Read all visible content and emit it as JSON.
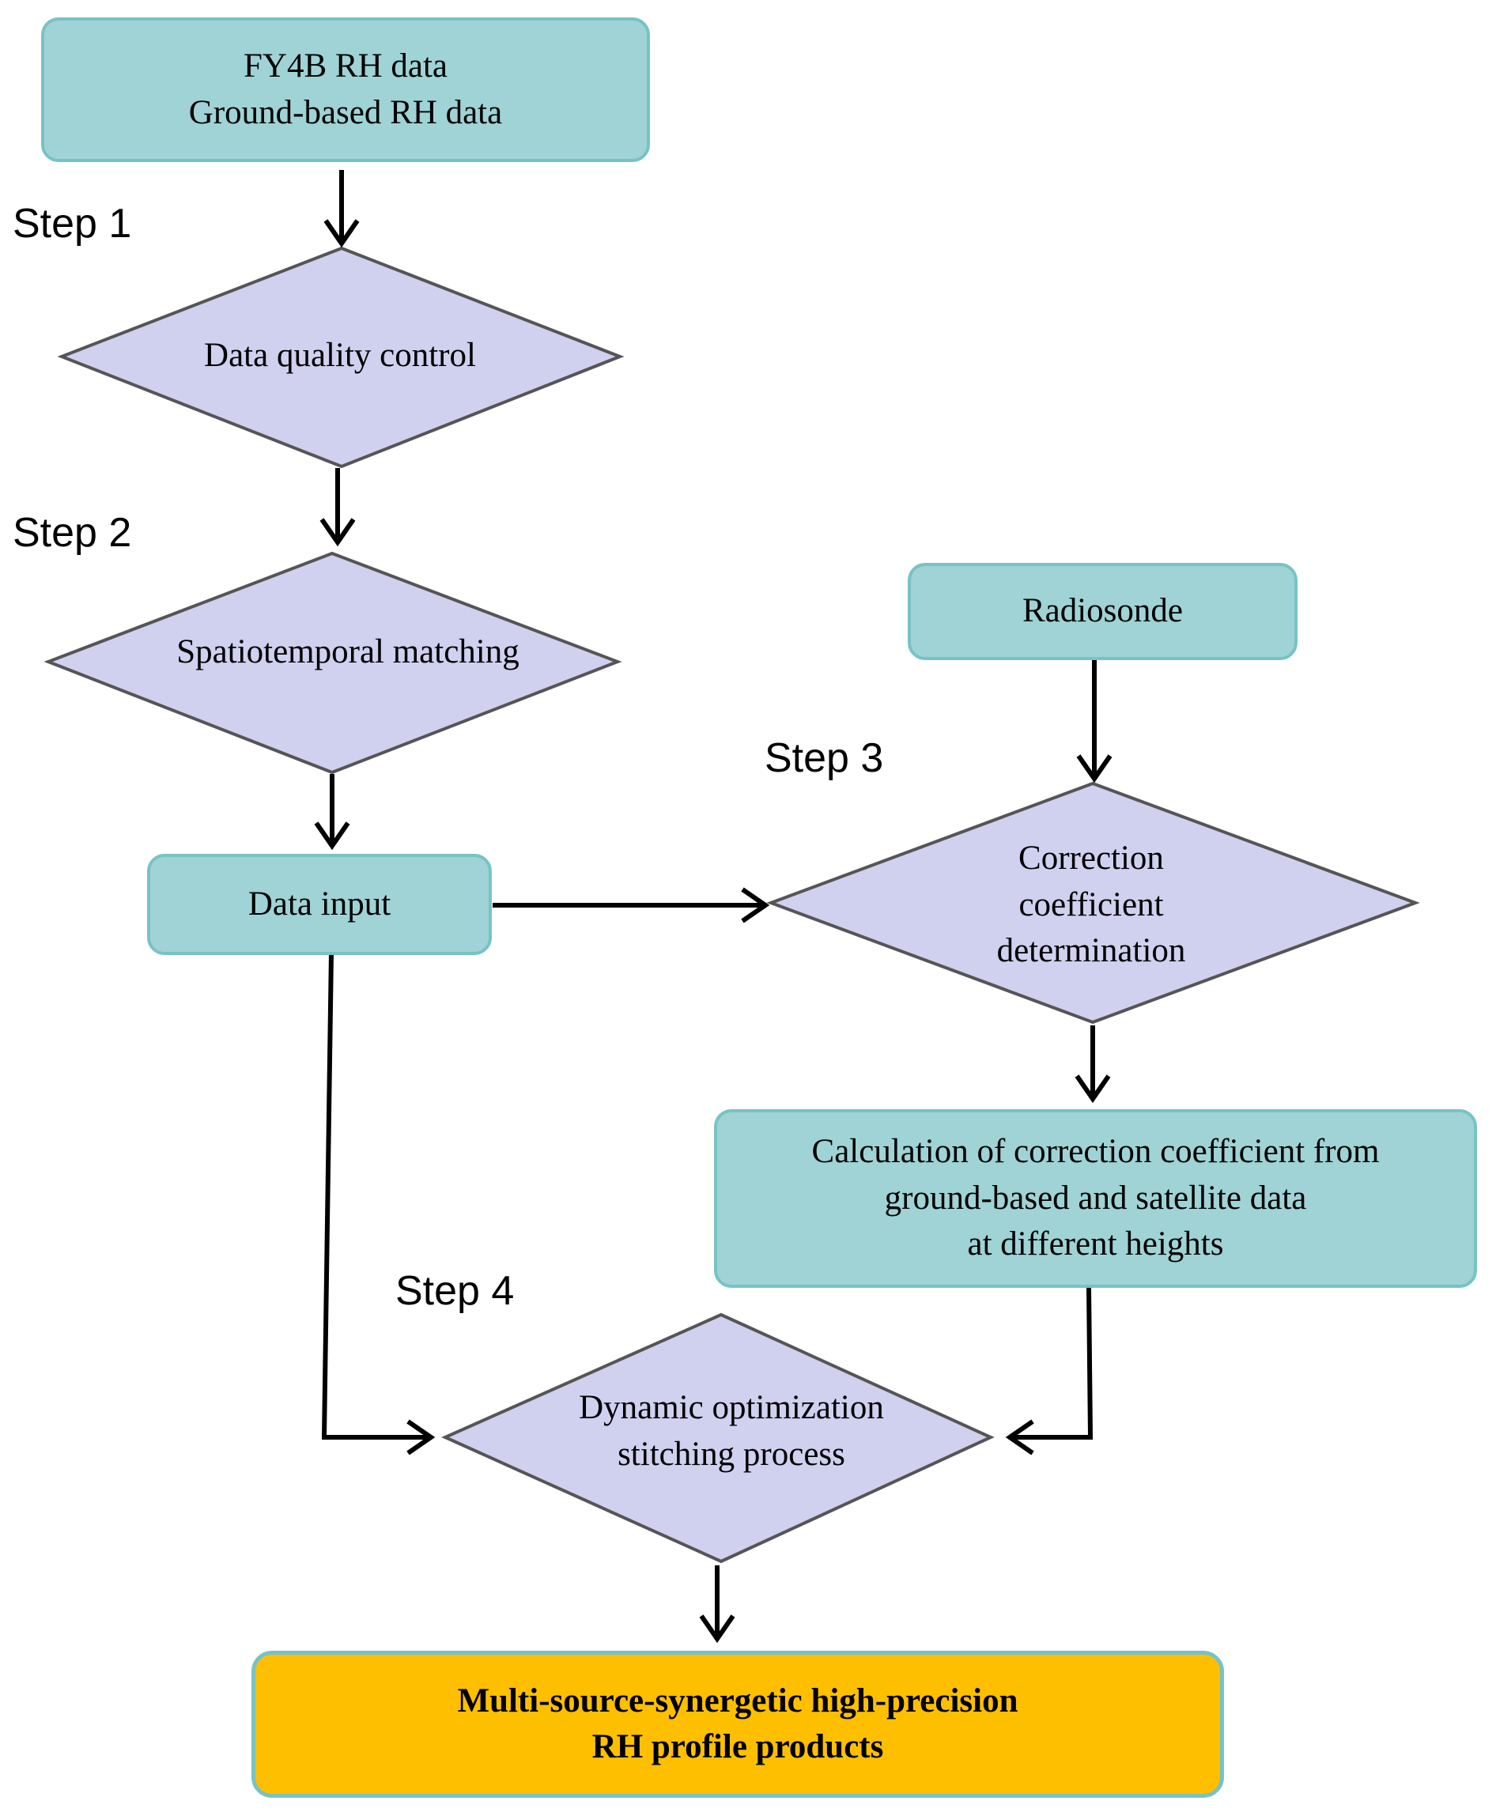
{
  "steps": {
    "step1": "Step 1",
    "step2": "Step 2",
    "step3": "Step 3",
    "step4": "Step 4"
  },
  "nodes": {
    "input_data": {
      "lines": [
        "FY4B RH data",
        "Ground-based RH data"
      ]
    },
    "quality_control": {
      "lines": [
        "Data quality control"
      ]
    },
    "spatiotemporal_matching": {
      "lines": [
        "Spatiotemporal matching"
      ]
    },
    "data_input": {
      "lines": [
        "Data input"
      ]
    },
    "radiosonde": {
      "lines": [
        "Radiosonde"
      ]
    },
    "correction_determination": {
      "lines": [
        "Correction",
        "coefficient",
        "determination"
      ]
    },
    "coefficient_calculation": {
      "lines": [
        "Calculation of correction coefficient from",
        "ground-based and satellite data",
        "at different heights"
      ]
    },
    "stitching_process": {
      "lines": [
        "Dynamic optimization",
        "stitching process"
      ]
    },
    "final_product": {
      "lines": [
        "Multi-source-synergetic high-precision",
        "RH profile products"
      ]
    }
  },
  "colors": {
    "rect_fill": "#9fd3d6",
    "rect_border": "#78c2c5",
    "diamond_fill": "#d0d0ef",
    "diamond_border": "#555555",
    "product_fill": "#fdbf00",
    "arrow": "#000000"
  }
}
